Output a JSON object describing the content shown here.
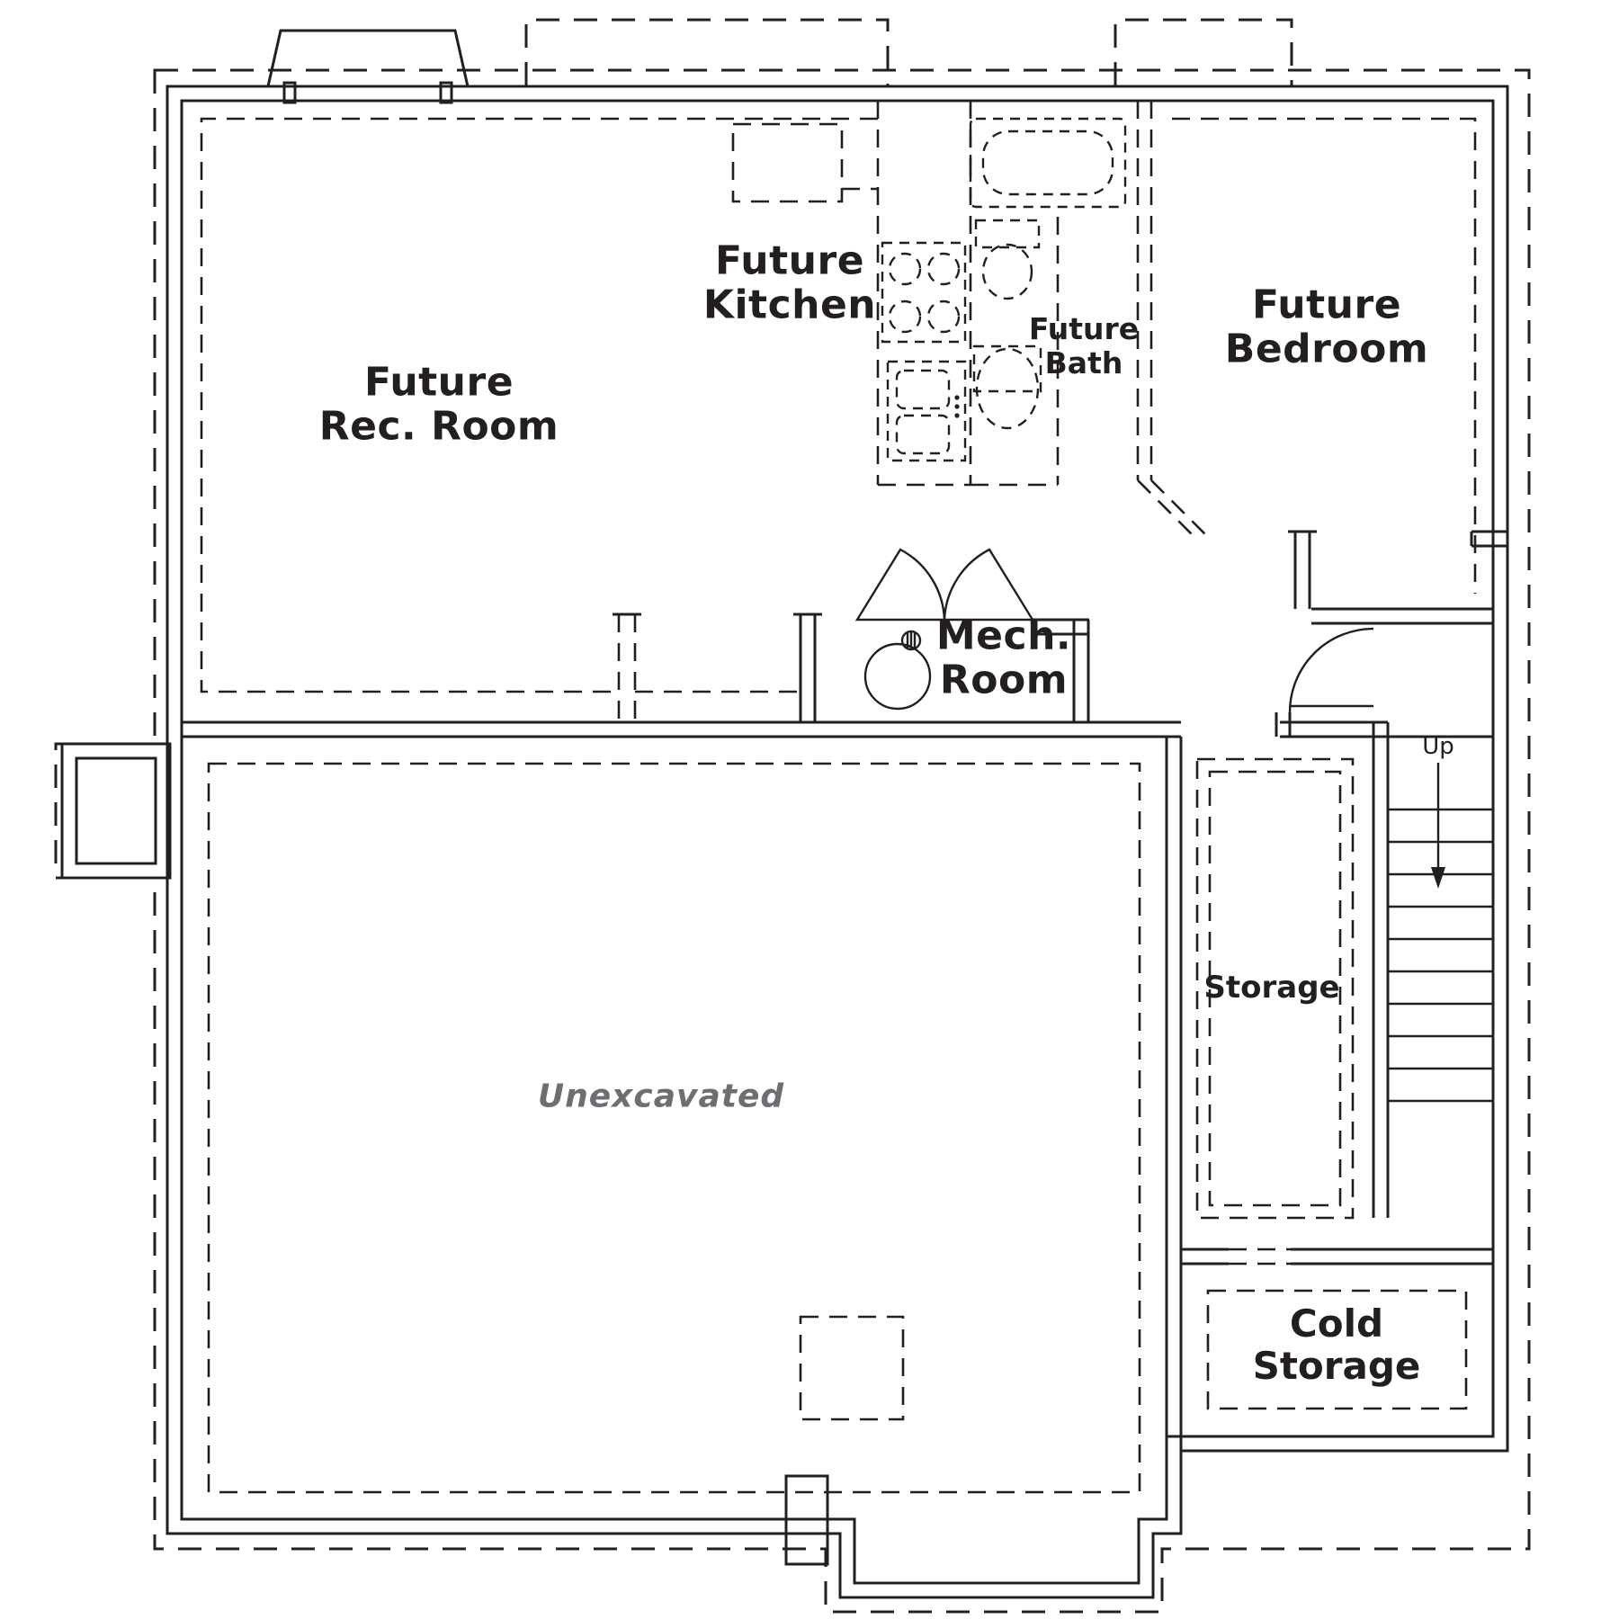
{
  "labels": {
    "rec_room": {
      "line1": "Future",
      "line2": "Rec. Room"
    },
    "kitchen": {
      "line1": "Future",
      "line2": "Kitchen"
    },
    "bath": {
      "line1": "Future",
      "line2": "Bath"
    },
    "bedroom": {
      "line1": "Future",
      "line2": "Bedroom"
    },
    "mech_room": {
      "line1": "Mech.",
      "line2": "Room"
    },
    "up": "Up",
    "storage": "Storage",
    "unexcavated": "Unexcavated",
    "cold_storage": {
      "line1": "Cold",
      "line2": "Storage"
    }
  },
  "colors": {
    "line": "#231f20",
    "label": "#231f20",
    "unexcavated_label": "#6d6e71",
    "background": "#ffffff"
  }
}
